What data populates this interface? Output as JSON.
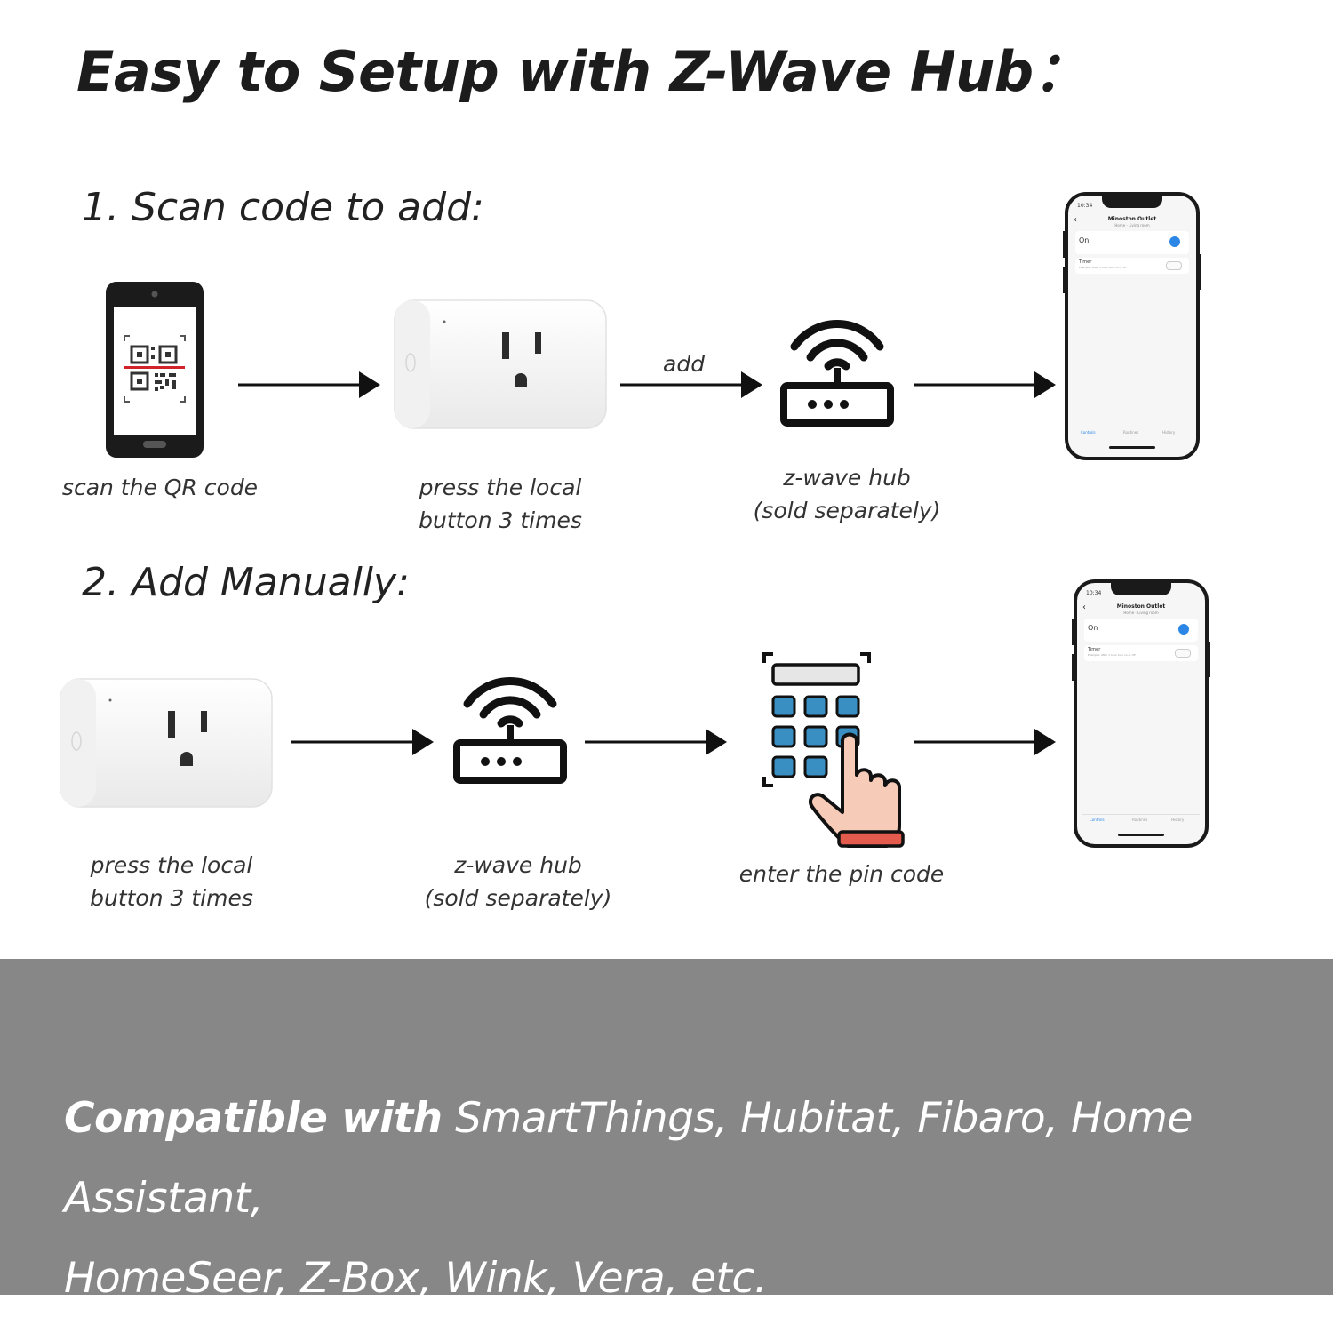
{
  "title": "Easy to Setup with Z-Wave Hub：",
  "section1": {
    "heading": "1. Scan code to add:",
    "captions": {
      "qr": "scan the QR code",
      "press_line1": "press the local",
      "press_line2": "button 3 times",
      "hub_line1": "z-wave hub",
      "hub_line2": "(sold separately)"
    },
    "arrow_label": "add"
  },
  "section2": {
    "heading": "2. Add Manually:",
    "captions": {
      "press_line1": "press the local",
      "press_line2": "button 3 times",
      "hub_line1": "z-wave hub",
      "hub_line2": "(sold separately)",
      "pin": "enter the pin code"
    }
  },
  "app_screen": {
    "time": "10:34",
    "device_name": "Minoston Outlet",
    "room": "Home - Living room",
    "on_label": "On",
    "timer_label": "Timer",
    "timer_hint": "Example: After 1 hour turn on or off",
    "tabs": [
      "Controls",
      "Routines",
      "History"
    ]
  },
  "banner": {
    "bold": "Compatible with",
    "rest_line1": " SmartThings, Hubitat, Fibaro, Home Assistant,",
    "line2": "HomeSeer, Z-Box, Wink, Vera, etc."
  },
  "colors": {
    "banner_bg": "#878787",
    "keypad_blue": "#3a8fc2",
    "hand_pink": "#f6cbb8",
    "hand_cuff": "#e35b4d",
    "app_accent": "#2b86e6"
  },
  "icons": [
    "qr-phone-icon",
    "smart-plug-icon",
    "router-icon",
    "keypad-icon",
    "arrow-icon",
    "smartphone-app-icon"
  ]
}
